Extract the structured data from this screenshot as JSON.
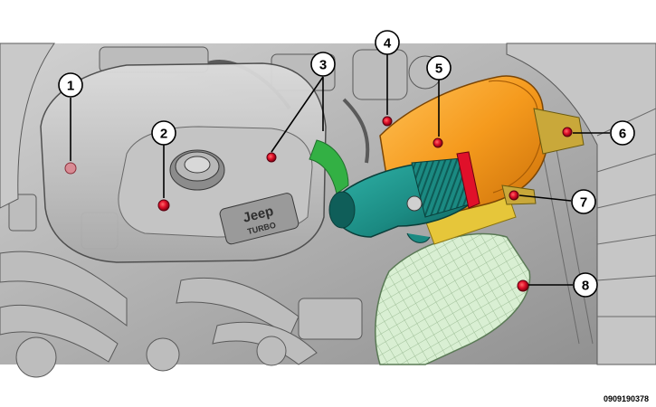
{
  "cover": {
    "brand": "Jeep",
    "model": "TURBO"
  },
  "callouts": [
    {
      "id": "callout-1",
      "label": "1"
    },
    {
      "id": "callout-2",
      "label": "2"
    },
    {
      "id": "callout-3",
      "label": "3"
    },
    {
      "id": "callout-4",
      "label": "4"
    },
    {
      "id": "callout-5",
      "label": "5"
    },
    {
      "id": "callout-6",
      "label": "6"
    },
    {
      "id": "callout-7",
      "label": "7"
    },
    {
      "id": "callout-8",
      "label": "8"
    }
  ],
  "figure_code": "0909190378",
  "colors": {
    "fastener": "#e0102a",
    "air_cleaner": "#f59a1d",
    "intake_tube": "#1b8a82",
    "hose": "#33b044",
    "bracket": "#e6c63a",
    "duct": "#cfe8c8"
  }
}
